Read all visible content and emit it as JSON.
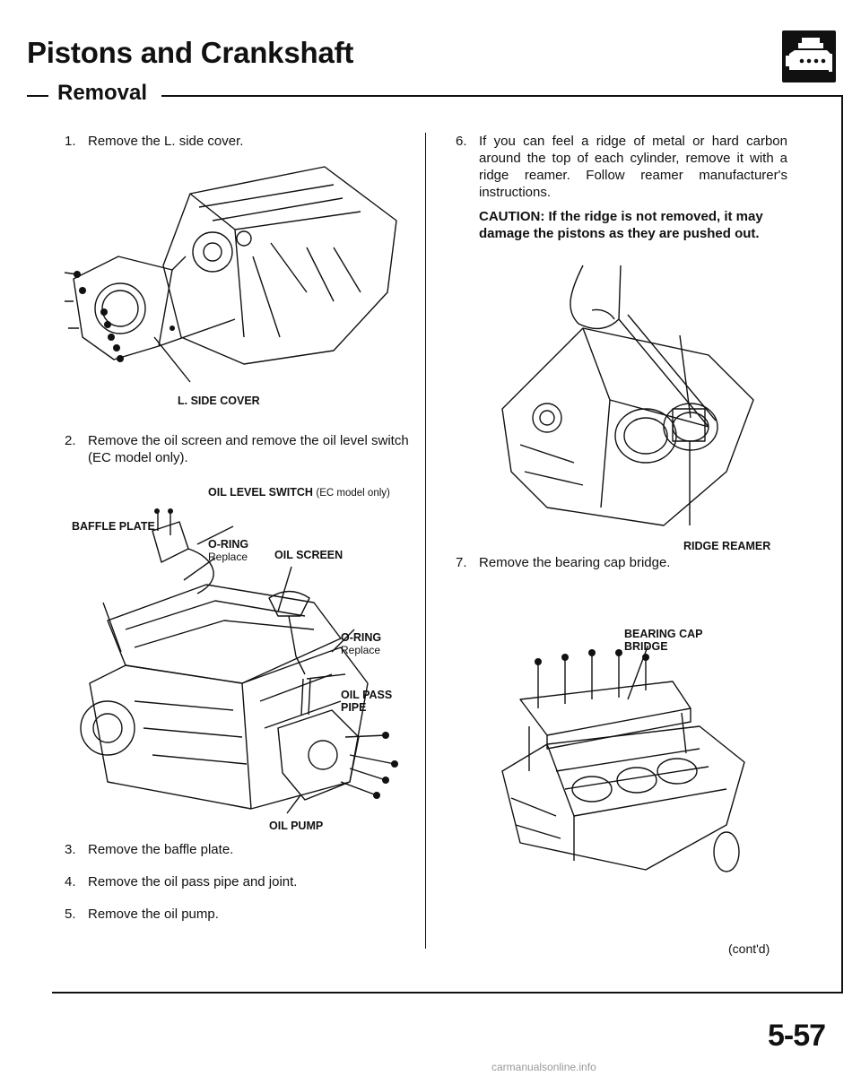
{
  "header": {
    "title": "Pistons and Crankshaft",
    "section": "Removal",
    "badge_icon": "engine-icon"
  },
  "steps": {
    "s1": {
      "num": "1.",
      "text": "Remove the L. side cover."
    },
    "s2": {
      "num": "2.",
      "text": "Remove the oil screen and remove the oil level switch (EC model only)."
    },
    "s3": {
      "num": "3.",
      "text": "Remove the baffle plate."
    },
    "s4": {
      "num": "4.",
      "text": "Remove the oil pass pipe and joint."
    },
    "s5": {
      "num": "5.",
      "text": "Remove the oil pump."
    },
    "s6": {
      "num": "6.",
      "text": "If you can feel a ridge of metal or hard carbon around the top of each cylinder, remove it with a ridge reamer. Follow reamer manufacturer's instructions."
    },
    "s7": {
      "num": "7.",
      "text": "Remove the bearing cap bridge."
    }
  },
  "caution": "CAUTION: If the ridge is not removed, it may damage the pistons as they are pushed out.",
  "callouts": {
    "l_side_cover": "L. SIDE COVER",
    "oil_level_switch": "OIL LEVEL SWITCH",
    "oil_level_switch_note": "(EC model only)",
    "baffle_plate": "BAFFLE PLATE",
    "o_ring_1": "O-RING",
    "o_ring_1_note": "Replace",
    "oil_screen": "OIL SCREEN",
    "o_ring_2": "O-RING",
    "o_ring_2_note": "Replace",
    "oil_pass_pipe": "OIL PASS",
    "oil_pass_pipe_2": "PIPE",
    "oil_pump": "OIL PUMP",
    "ridge_reamer": "RIDGE REAMER",
    "bearing_cap_bridge": "BEARING CAP",
    "bearing_cap_bridge_2": "BRIDGE"
  },
  "footer": {
    "contd": "(cont'd)",
    "page_number": "5-57",
    "watermark": "carmanualsonline.info"
  }
}
